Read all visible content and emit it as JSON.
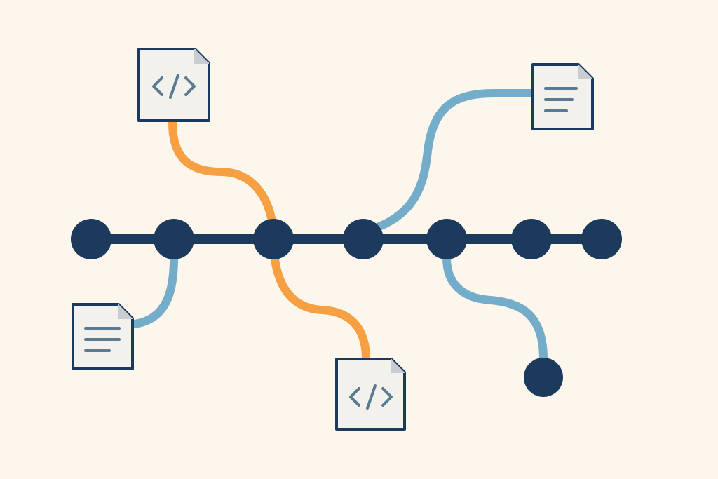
{
  "diagram": {
    "kind": "version-control branch graph",
    "colors": {
      "background": "#FDF6EC",
      "main_line": "#1B3A5C",
      "node": "#1B3A5C",
      "branch_orange": "#F7A043",
      "branch_blue": "#74ADC9",
      "doc_fill": "#F3F1EC",
      "doc_outline": "#1B3A5C",
      "doc_fold": "#C9CCD0",
      "doc_glyph": "#5A7A92"
    },
    "main_nodes": [
      "commit-1",
      "commit-2",
      "commit-3",
      "commit-4",
      "commit-5",
      "commit-6",
      "commit-7"
    ],
    "branches": [
      {
        "id": "branch-code-top",
        "color": "orange",
        "from": "code-file-top",
        "to": "commit-3"
      },
      {
        "id": "branch-code-bottom",
        "color": "orange",
        "from": "commit-3",
        "to": "code-file-bottom"
      },
      {
        "id": "branch-text-top",
        "color": "blue",
        "from": "commit-4",
        "to": "text-file-top"
      },
      {
        "id": "branch-text-left",
        "color": "blue",
        "from": "commit-2",
        "to": "text-file-left"
      },
      {
        "id": "branch-side",
        "color": "blue",
        "from": "commit-5",
        "to": "side-commit"
      }
    ],
    "files": [
      {
        "id": "code-file-top",
        "icon": "code-file-icon",
        "glyph": "</>"
      },
      {
        "id": "code-file-bottom",
        "icon": "code-file-icon",
        "glyph": "</>"
      },
      {
        "id": "text-file-top",
        "icon": "text-file-icon"
      },
      {
        "id": "text-file-left",
        "icon": "text-file-icon"
      }
    ]
  }
}
